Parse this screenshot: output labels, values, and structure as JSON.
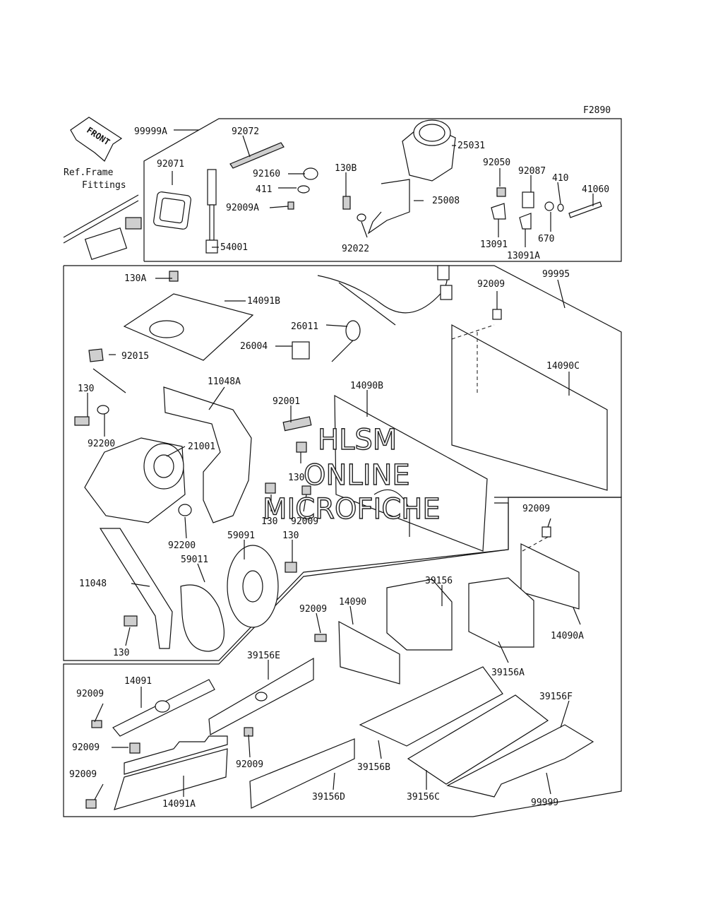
{
  "diagram": {
    "code": "F2890",
    "front_text": "FRONT",
    "ref_line1": "Ref.Frame",
    "ref_line2": "Fittings",
    "watermark": {
      "line1": "HLSM",
      "line2": "ONLINE",
      "line3": "MICROFICHE"
    },
    "labels": {
      "p99999A": "99999A",
      "p92072": "92072",
      "p25031": "25031",
      "p92071": "92071",
      "p92160": "92160",
      "p130B": "130B",
      "p411": "411",
      "p92009A": "92009A",
      "p25008": "25008",
      "p92050": "92050",
      "p92087": "92087",
      "p410": "410",
      "p41060": "41060",
      "p54001": "54001",
      "p92022": "92022",
      "p13091": "13091",
      "p13091A": "13091A",
      "p670": "670",
      "p130A": "130A",
      "p14091B": "14091B",
      "p92009a": "92009",
      "p99995": "99995",
      "p26011": "26011",
      "p26004": "26004",
      "p92015": "92015",
      "p14090C": "14090C",
      "p11048A": "11048A",
      "p14090B": "14090B",
      "p130a": "130",
      "p92001": "92001",
      "p92200a": "92200",
      "p21001": "21001",
      "p130b": "130",
      "p130c": "130",
      "p92009b": "92009",
      "p92200b": "92200",
      "p59091": "59091",
      "p130d": "130",
      "p92009c": "92009",
      "p59011": "59011",
      "p39156": "39156",
      "p11048": "11048",
      "p14090": "14090",
      "p92009d": "92009",
      "p14090A": "14090A",
      "p130e": "130",
      "p39156A": "39156A",
      "p39156E": "39156E",
      "p14091": "14091",
      "p92009e": "92009",
      "p39156F": "39156F",
      "p92009f": "92009",
      "p92009g": "92009",
      "p39156B": "39156B",
      "p92009h": "92009",
      "p14091A": "14091A",
      "p39156D": "39156D",
      "p39156C": "39156C",
      "p99999": "99999"
    }
  }
}
